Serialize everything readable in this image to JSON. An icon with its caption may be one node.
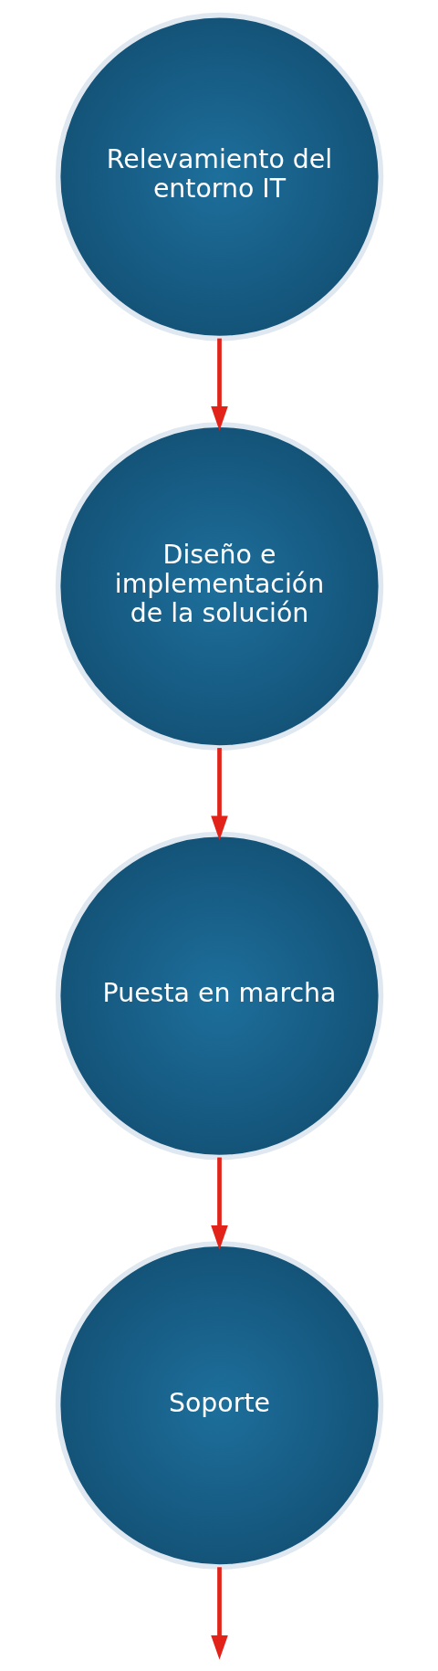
{
  "diagram": {
    "nodes": [
      {
        "text": [
          "Relevamiento del entorno IT"
        ]
      },
      {
        "text": [
          "Diseño e implementación de la solución"
        ]
      },
      {
        "text": [
          "Puesta en marcha"
        ]
      },
      {
        "text": [
          "Soporte"
        ]
      }
    ],
    "edges": [
      {
        "from": 0,
        "to": 1,
        "arrow": "to"
      },
      {
        "from": 1,
        "to": 2,
        "arrow": "to"
      },
      {
        "from": 2,
        "to": 3,
        "arrow": "to"
      },
      {
        "from": 3,
        "to": null,
        "arrow": "to"
      }
    ]
  }
}
